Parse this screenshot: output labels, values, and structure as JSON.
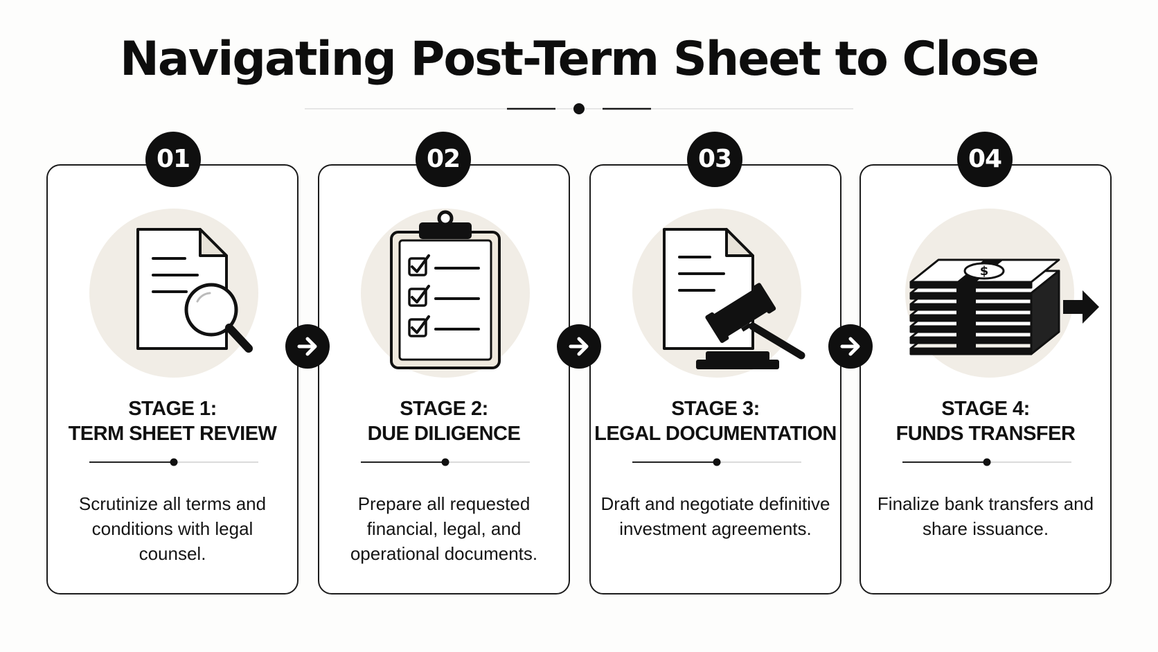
{
  "title": "Navigating Post-Term Sheet to Close",
  "stages": [
    {
      "number": "01",
      "label": "STAGE 1:",
      "name": "TERM SHEET REVIEW",
      "description": "Scrutinize all terms and conditions with legal counsel.",
      "icon": "document-magnifier-icon"
    },
    {
      "number": "02",
      "label": "STAGE 2:",
      "name": "DUE DILIGENCE",
      "description": "Prepare all requested financial, legal, and operational documents.",
      "icon": "clipboard-checklist-icon"
    },
    {
      "number": "03",
      "label": "STAGE 3:",
      "name": "LEGAL DOCUMENTATION",
      "description": "Draft and negotiate definitive investment agreements.",
      "icon": "document-gavel-icon"
    },
    {
      "number": "04",
      "label": "STAGE 4:",
      "name": "FUNDS TRANSFER",
      "description": "Finalize bank transfers and share issuance.",
      "icon": "money-stack-icon"
    }
  ],
  "colors": {
    "ink": "#111111",
    "accent_circle": "#f1ede6",
    "card_border": "#1c1c1c",
    "background": "#fdfdfc"
  }
}
